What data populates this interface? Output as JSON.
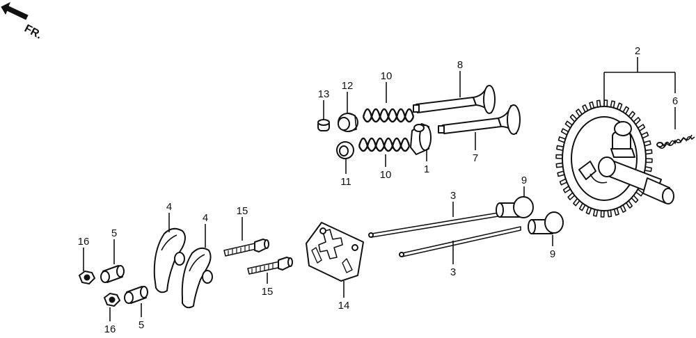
{
  "orientation": {
    "label": "FR."
  },
  "callouts": {
    "c1": "1",
    "c2": "2",
    "c3a": "3",
    "c3b": "3",
    "c4a": "4",
    "c4b": "4",
    "c5a": "5",
    "c5b": "5",
    "c6": "6",
    "c7": "7",
    "c8": "8",
    "c9a": "9",
    "c9b": "9",
    "c10a": "10",
    "c10b": "10",
    "c11": "11",
    "c12": "12",
    "c13": "13",
    "c14": "14",
    "c15a": "15",
    "c15b": "15",
    "c16a": "16",
    "c16b": "16"
  }
}
